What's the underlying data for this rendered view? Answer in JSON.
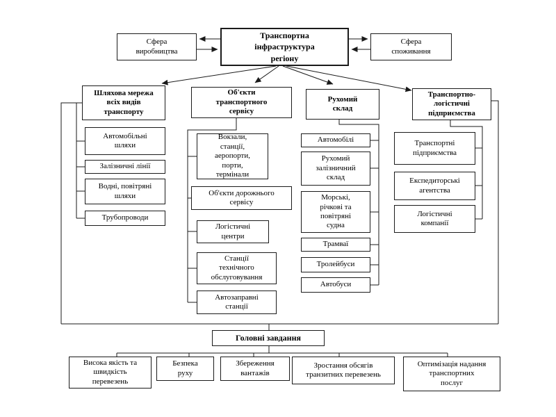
{
  "root": {
    "label": "Транспортна\nінфраструктура\nрегіону"
  },
  "spheres": {
    "production": "Сфера\nвиробництва",
    "consumption": "Сфера\nспоживання"
  },
  "columns": [
    {
      "header": "Шляхова мережа\nвсіх видів\nтранспорту",
      "items": [
        "Автомобільні\nшляхи",
        "Залізничні лінії",
        "Водні, повітряні\nшляхи",
        "Трубопроводи"
      ]
    },
    {
      "header": "Об'єкти\nтранспортного\nсервісу",
      "items": [
        "Вокзали,\nстанції,\nаеропорти,\nпорти,\nтермінали",
        "Об'єкти дорожнього\nсервісу",
        "Логістичні\nцентри",
        "Станції\nтехнічного\nобслуговування",
        "Автозаправні\nстанції"
      ]
    },
    {
      "header": "Рухомий\nсклад",
      "items": [
        "Автомобілі",
        "Рухомий\nзалізничний\nсклад",
        "Морські,\nрічкові та\nповітряні\nсудна",
        "Трамваї",
        "Тролейбуси",
        "Автобуси"
      ]
    },
    {
      "header": "Транспортно-\nлогістичні\nпідприємства",
      "items": [
        "Транспортні\nпідприємства",
        "Експедиторські\nагентства",
        "Логістичні\nкомпанії"
      ]
    }
  ],
  "tasks": {
    "header": "Головні завдання",
    "items": [
      "Висока якість та\nшвидкість\nперевезень",
      "Безпека\nруху",
      "Збереження\nвантажів",
      "Зростання обсягів\nтранзитних перевезень",
      "Оптимізація надання\nтранспортних\nпослуг"
    ]
  },
  "colors": {
    "line": "#1a1a1a",
    "background": "#ffffff"
  }
}
